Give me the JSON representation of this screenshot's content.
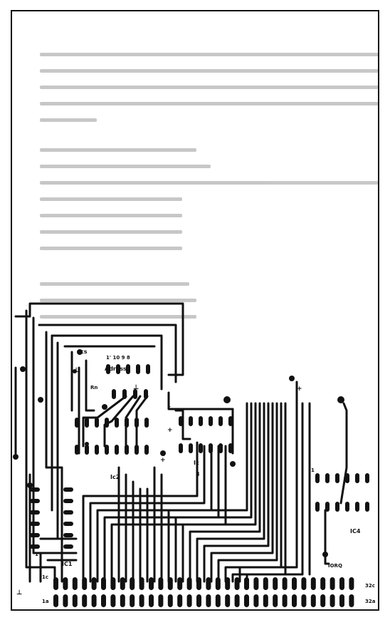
{
  "pcb": {
    "labels": {
      "cs": "cs",
      "adresse_bits": "1' 10 9 8",
      "adresse": "Adresse",
      "rn": "Rn",
      "ic2": "Ic2",
      "ic3_top": "Ic",
      "ic3_bottom": "3",
      "ic1": "IC1",
      "ic4": "IC4",
      "iorq": "IORQ",
      "plus1": "+",
      "plus2": "+",
      "plus3": "+",
      "pin1_ic3": "1",
      "pin1_ic4": "1",
      "pin1_ic1": "1",
      "conn_1c": "1c",
      "conn_1a": "1a",
      "conn_32c": "32c",
      "conn_32a": "32a",
      "ground": "⊥",
      "ground2": "⊥",
      "ground3": "⊥"
    }
  },
  "colors": {
    "ink": "#111111",
    "faded_text": "#9a9a9a"
  }
}
